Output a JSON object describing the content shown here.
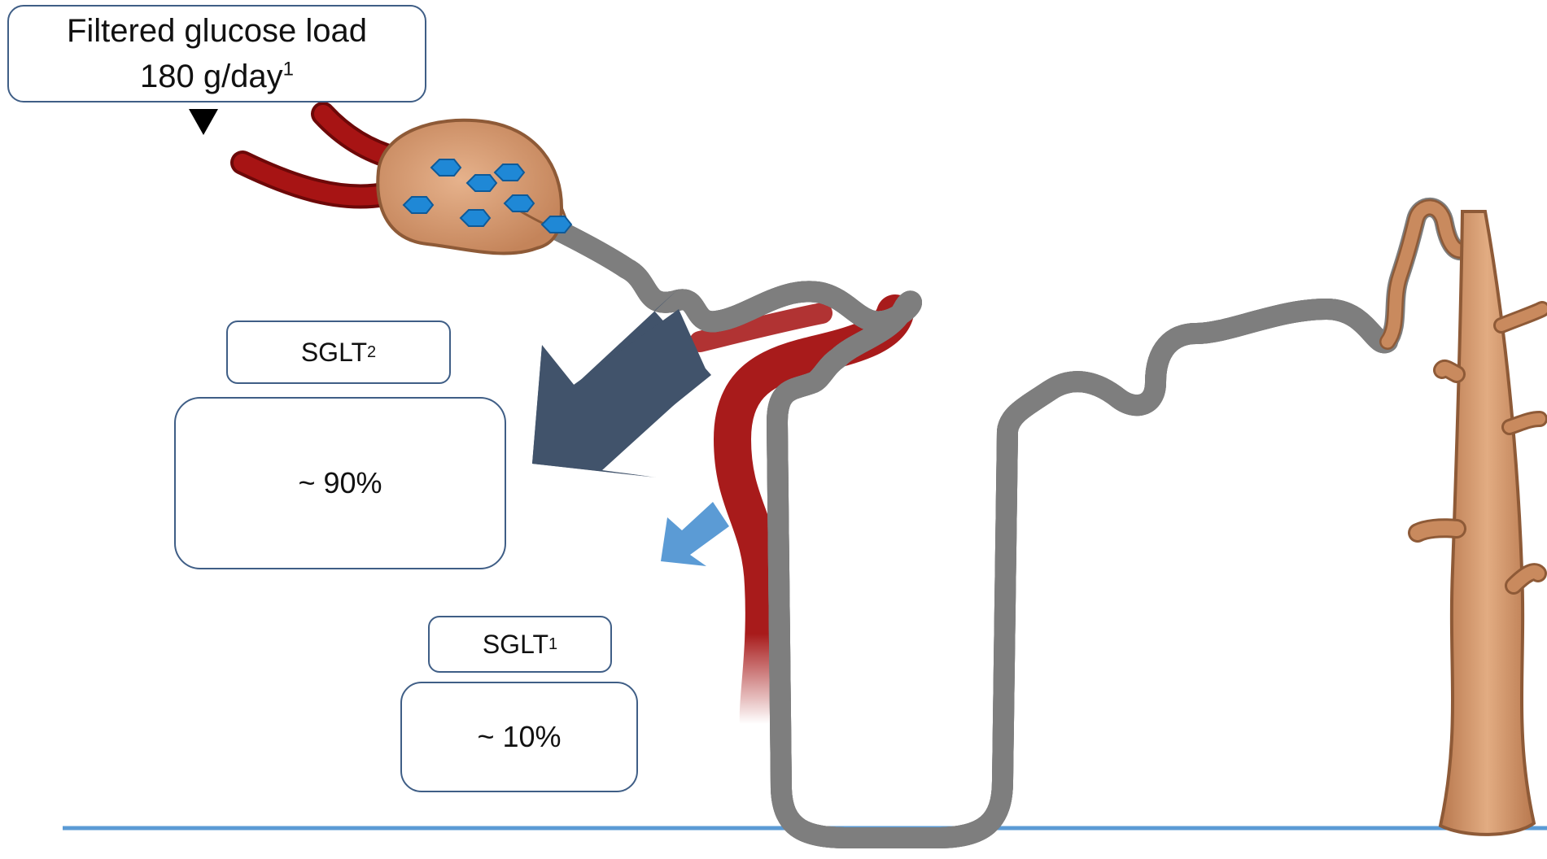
{
  "filtered_load": {
    "line1": "Filtered glucose load",
    "line2": "180 g/day",
    "footnote": "1"
  },
  "sglt2": {
    "name": "SGLT",
    "subscript": "2",
    "percent": "~ 90%"
  },
  "sglt1": {
    "name": "SGLT",
    "subscript": "1",
    "percent": "~ 10%"
  },
  "colors": {
    "tubule": "#c98a5e",
    "tubule_light": "#e0a97f",
    "tubule_outline": "#8e5a37",
    "vessel": "#a30f0f",
    "glucose": "#1f88d6",
    "arrow_large": "#41536b",
    "arrow_small": "#5b9bd5",
    "baseline": "#5b9bd5",
    "box_border": "#3f5e86"
  },
  "icons": {
    "glucose_marker": "hexagon",
    "pointer": "down-triangle"
  }
}
